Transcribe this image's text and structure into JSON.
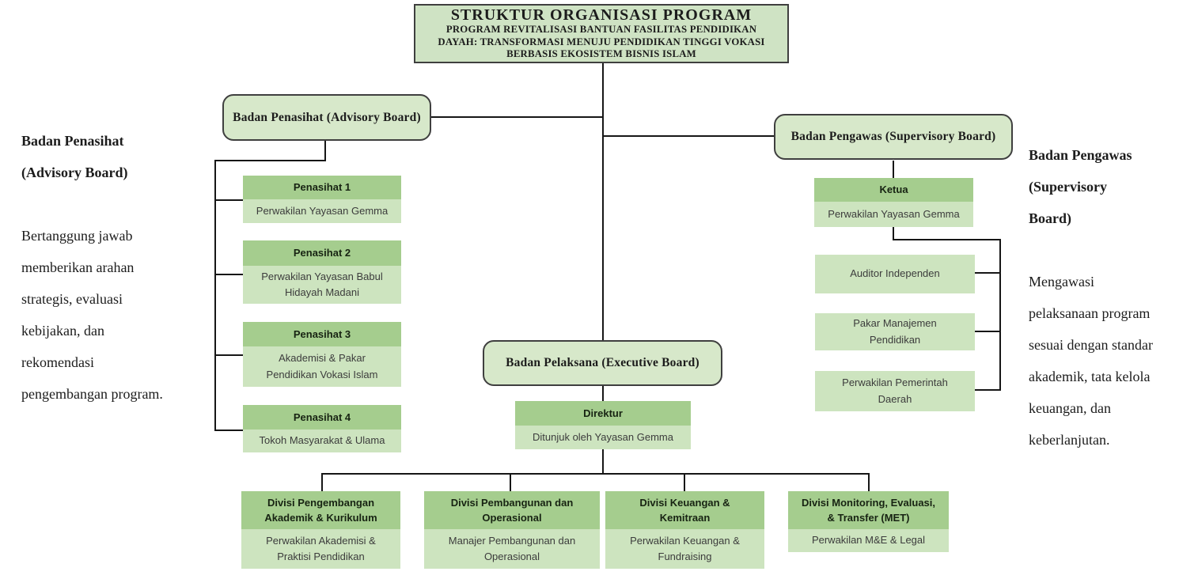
{
  "title": {
    "line1": "STRUKTUR ORGANISASI PROGRAM",
    "line2": "PROGRAM REVITALISASI BANTUAN FASILITAS PENDIDIKAN",
    "line3": "DAYAH:  TRANSFORMASI MENUJU PENDIDIKAN TINGGI VOKASI",
    "line4": "BERBASIS EKOSISTEM BISNIS ISLAM"
  },
  "boards": {
    "advisory": "Badan Penasihat (Advisory Board)",
    "supervisory": "Badan Pengawas (Supervisory Board)",
    "executive": "Badan Pelaksana (Executive Board)"
  },
  "advisors": [
    {
      "title": "Penasihat 1",
      "subtitle": "Perwakilan Yayasan Gemma"
    },
    {
      "title": "Penasihat 2",
      "subtitle": "Perwakilan Yayasan Babul\nHidayah Madani"
    },
    {
      "title": "Penasihat 3",
      "subtitle": "Akademisi & Pakar\nPendidikan Vokasi Islam"
    },
    {
      "title": "Penasihat 4",
      "subtitle": "Tokoh Masyarakat & Ulama"
    }
  ],
  "ketua": {
    "title": "Ketua",
    "subtitle": "Perwakilan Yayasan Gemma"
  },
  "supervisory_members": [
    {
      "label": "Auditor Independen"
    },
    {
      "label": "Pakar Manajemen\nPendidikan"
    },
    {
      "label": "Perwakilan Pemerintah\nDaerah"
    }
  ],
  "direktur": {
    "title": "Direktur",
    "subtitle": "Ditunjuk oleh Yayasan Gemma"
  },
  "divisions": [
    {
      "title": "Divisi Pengembangan\nAkademik & Kurikulum",
      "subtitle": "Perwakilan Akademisi &\nPraktisi Pendidikan"
    },
    {
      "title": "Divisi Pembangunan dan\nOperasional",
      "subtitle": "Manajer Pembangunan dan\nOperasional"
    },
    {
      "title": "Divisi Keuangan &\nKemitraan",
      "subtitle": "Perwakilan Keuangan &\nFundraising"
    },
    {
      "title": "Divisi Monitoring, Evaluasi,\n& Transfer (MET)",
      "subtitle": "Perwakilan M&E & Legal"
    }
  ],
  "notes": {
    "left": {
      "heading": "Badan Penasihat\n(Advisory Board)",
      "body": "Bertanggung jawab\nmemberikan arahan\nstrategis, evaluasi\nkebijakan, dan\nrekomendasi\npengembangan program."
    },
    "right": {
      "heading": "Badan Pengawas\n(Supervisory\nBoard)",
      "body": "Mengawasi\npelaksanaan program\nsesuai dengan standar\nakademik, tata kelola\nkeuangan, dan\nkeberlanjutan."
    }
  },
  "colors": {
    "header_green": "#a5cd8e",
    "body_green": "#cde4bf",
    "board_fill": "#d7e8ca",
    "title_fill": "#cfe3c4",
    "border_color": "#3f3f3f",
    "line_color": "#161616",
    "text_dark": "#1c1c1c"
  }
}
